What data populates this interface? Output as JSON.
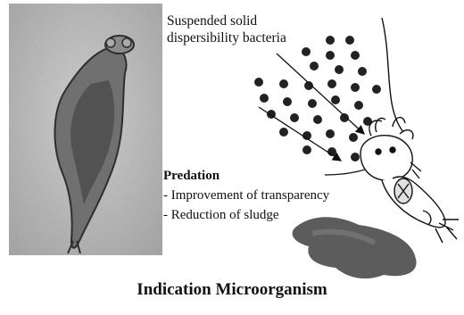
{
  "figure": {
    "bacteria_label": [
      "Suspended solid",
      "dispersibility bacteria"
    ],
    "predation": {
      "title": "Predation",
      "items": [
        "- Improvement of transparency",
        "- Reduction of sludge"
      ]
    },
    "caption": "Indication Microorganism"
  },
  "colors": {
    "dots": "#222222",
    "photo_bg": "#bdbdbd",
    "organism_body": "#6b6b6b",
    "sludge": "#5a5a5a"
  },
  "icons": [
    "microorganism-photo",
    "bacteria-dot",
    "arrow",
    "rotifer-sketch",
    "sludge-blob"
  ]
}
